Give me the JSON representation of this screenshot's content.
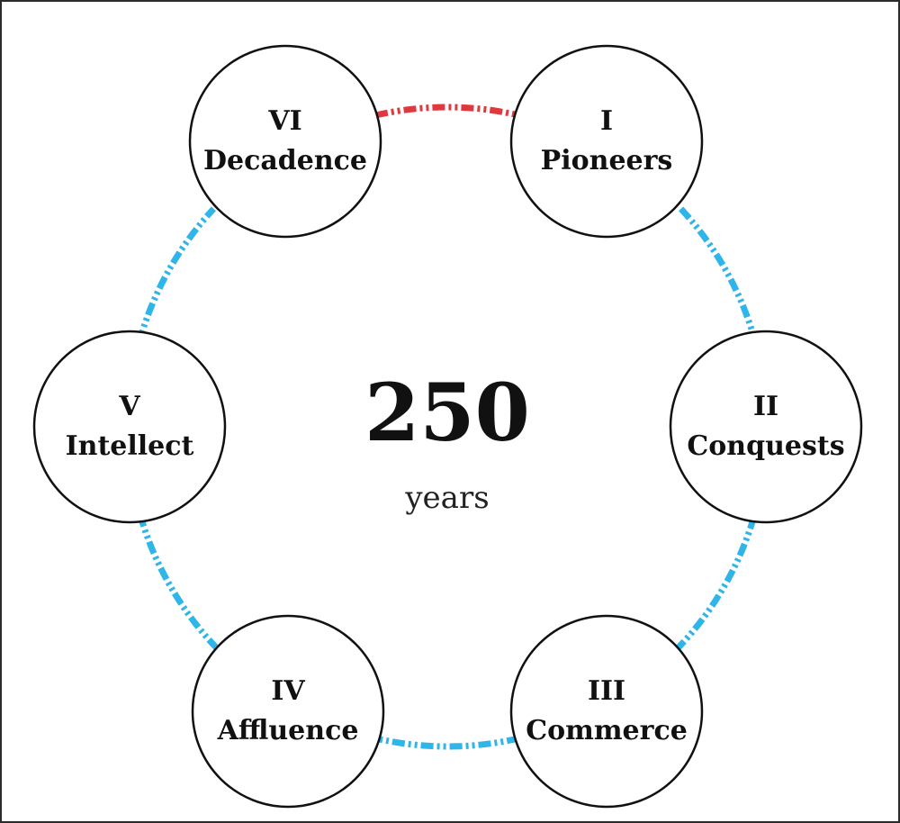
{
  "center": {
    "number": "250",
    "unit": "years"
  },
  "nodes": [
    {
      "numeral": "I",
      "name": "Pioneers"
    },
    {
      "numeral": "II",
      "name": "Conquests"
    },
    {
      "numeral": "III",
      "name": "Commerce"
    },
    {
      "numeral": "IV",
      "name": "Affluence"
    },
    {
      "numeral": "V",
      "name": "Intellect"
    },
    {
      "numeral": "VI",
      "name": "Decadence"
    }
  ],
  "connectors": [
    {
      "from": "I",
      "to": "II",
      "color": "#2fb5e8"
    },
    {
      "from": "II",
      "to": "III",
      "color": "#2fb5e8"
    },
    {
      "from": "III",
      "to": "IV",
      "color": "#2fb5e8"
    },
    {
      "from": "IV",
      "to": "V",
      "color": "#2fb5e8"
    },
    {
      "from": "V",
      "to": "VI",
      "color": "#2fb5e8"
    },
    {
      "from": "VI",
      "to": "I",
      "color": "#e0383f"
    }
  ]
}
